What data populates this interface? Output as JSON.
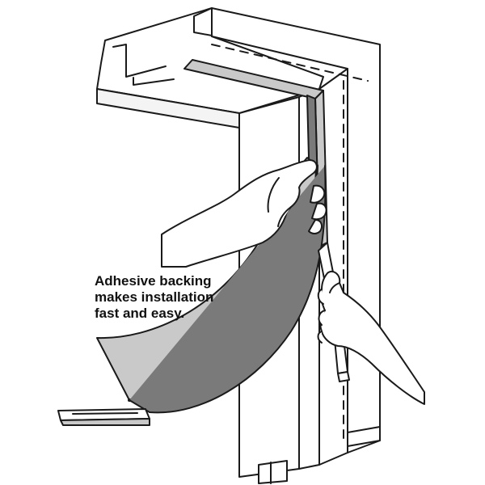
{
  "caption": {
    "lines": [
      "Adhesive backing",
      "makes installation",
      "fast and easy."
    ]
  },
  "colors": {
    "line": "#1a1a1a",
    "frame_fill": "#ffffff",
    "strip_fill": "#c9c9c9",
    "strip_dark": "#7a7a7a",
    "skin": "#ffffff"
  },
  "icons": [
    "door-frame",
    "weatherstrip",
    "hand-left",
    "hand-right"
  ]
}
